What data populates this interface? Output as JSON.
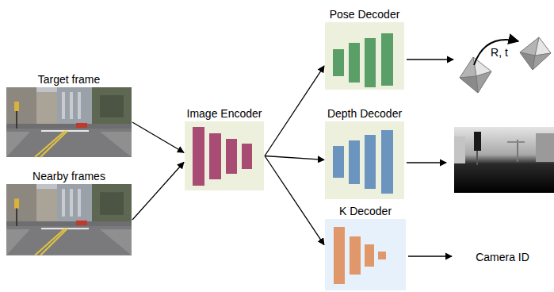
{
  "diagram": {
    "nodes": [
      {
        "text": [
          "Target frame"
        ]
      },
      {
        "text": [
          "Nearby frames"
        ]
      },
      {
        "text": [
          "Image Encoder"
        ]
      },
      {
        "text": [
          "Pose Decoder"
        ]
      },
      {
        "text": [
          "Depth Decoder"
        ]
      },
      {
        "text": [
          "K Decoder"
        ]
      }
    ],
    "edges": [
      {
        "from": 0,
        "to": 2,
        "arrow": "to"
      },
      {
        "from": 1,
        "to": 2,
        "arrow": "to"
      },
      {
        "from": 2,
        "to": 3,
        "arrow": "to"
      },
      {
        "from": 2,
        "to": 4,
        "arrow": "to"
      },
      {
        "from": 2,
        "to": 5,
        "arrow": "to"
      }
    ],
    "labels": [
      "R, t",
      "Camera ID"
    ]
  }
}
